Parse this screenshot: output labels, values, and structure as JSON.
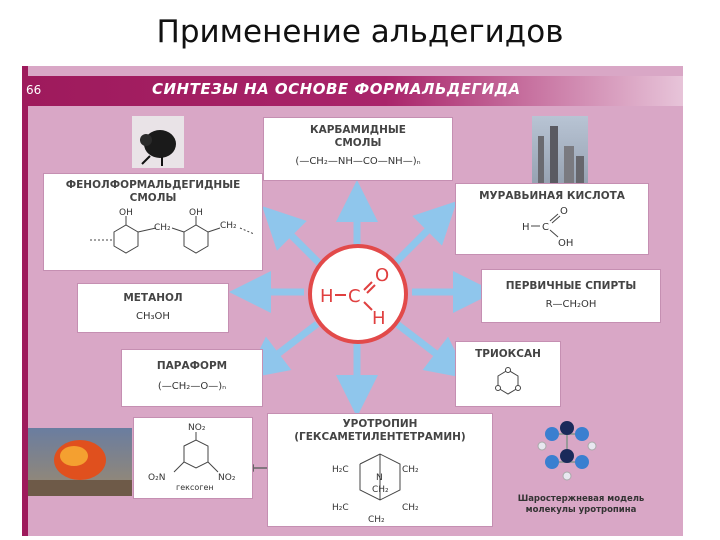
{
  "slide_title": "Применение альдегидов",
  "page_number": "66",
  "header_title": "СИНТЕЗЫ НА ОСНОВЕ ФОРМАЛЬДЕГИДА",
  "center": {
    "h_left": "H",
    "c": "C",
    "o": "O",
    "h_bottom": "H"
  },
  "boxes": {
    "carbamide": {
      "title_line1": "КАРБАМИДНЫЕ",
      "title_line2": "СМОЛЫ",
      "formula": "(—CH₂—NH—CO—NH—)ₙ"
    },
    "phenol": {
      "title_line1": "ФЕНОЛФОРМАЛЬДЕГИДНЫЕ",
      "title_line2": "СМОЛЫ",
      "oh1": "OH",
      "oh2": "OH",
      "ch2_1": "CH₂",
      "ch2_2": "CH₂"
    },
    "formic": {
      "title": "МУРАВЬИНАЯ КИСЛОТА",
      "h": "H",
      "c": "C",
      "o": "O",
      "oh": "OH"
    },
    "methanol": {
      "title": "МЕТАНОЛ",
      "formula": "CH₃OH"
    },
    "alcohols": {
      "title": "ПЕРВИЧНЫЕ СПИРТЫ",
      "formula": "R—CH₂OH"
    },
    "paraform": {
      "title": "ПАРАФОРМ",
      "formula": "(—CH₂—O—)ₙ"
    },
    "trioxane": {
      "title": "ТРИОКСАН"
    },
    "urotropin": {
      "title_line1": "УРОТРОПИН",
      "title_line2": "(ГЕКСАМЕТИЛЕНТЕТРАМИН)",
      "h2c_1": "H₂C",
      "ch2_1": "CH₂",
      "ch2_2": "CH₂",
      "h2c_2": "H₂C",
      "ch2_3": "CH₂",
      "ch2_4": "CH₂",
      "n": "N"
    },
    "hexogen": {
      "no2_top": "NO₂",
      "no2_left": "O₂N",
      "no2_right": "NO₂",
      "caption": "гексоген"
    },
    "model": {
      "caption_line1": "Шаростержневая модель",
      "caption_line2": "молекулы уротропина"
    }
  },
  "colors": {
    "panel": "#d9a7c6",
    "header": "#9e1a5c",
    "arrow": "#8fc6ec",
    "center_ring": "#e24a4a"
  }
}
